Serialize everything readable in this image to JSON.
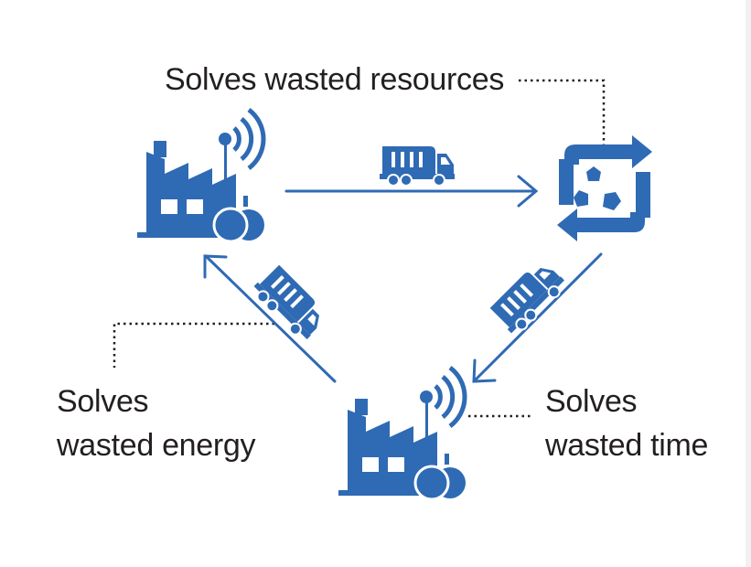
{
  "labels": {
    "resources": "Solves wasted resources",
    "energy_line1": "Solves",
    "energy_line2": "wasted energy",
    "time_line1": "Solves",
    "time_line2": "wasted time"
  },
  "icons": {
    "factory_top": "factory-with-signal-icon",
    "factory_bottom": "factory-with-signal-icon",
    "recycle": "recycle-icon",
    "truck_top": "garbage-truck-icon",
    "truck_right": "garbage-truck-icon",
    "truck_left": "garbage-truck-icon"
  },
  "colors": {
    "accent": "#2f6ab4",
    "text": "#231f20",
    "dotted_line": "#231f20"
  }
}
